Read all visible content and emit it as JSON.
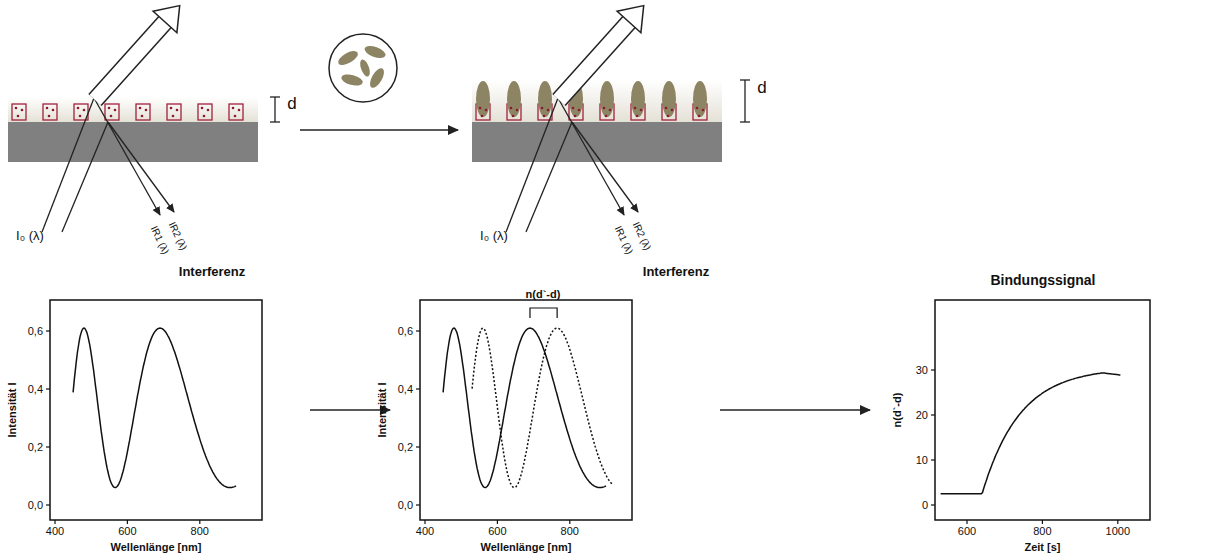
{
  "diagram": {
    "labels": [
      "d",
      "I₀ (λ)",
      "IR1 (λ)",
      "IR2 (λ)",
      "Interferenz",
      "d",
      "I₀ (λ)",
      "IR1 (λ)",
      "IR2 (λ)",
      "Interferenz",
      "Intensität I",
      "0,6",
      "0,4",
      "0,2",
      "0,0",
      "400",
      "600",
      "800",
      "Wellenlänge [nm]",
      "n(d`-d)",
      "Intensität I",
      "0,6",
      "0,4",
      "0,2",
      "0,0",
      "400",
      "600",
      "800",
      "Wellenlänge [nm]",
      "Bindungssignal",
      "n(d`-d)",
      "30",
      "20",
      "10",
      "0",
      "600",
      "800",
      "1000",
      "Zeit [s]"
    ]
  }
}
